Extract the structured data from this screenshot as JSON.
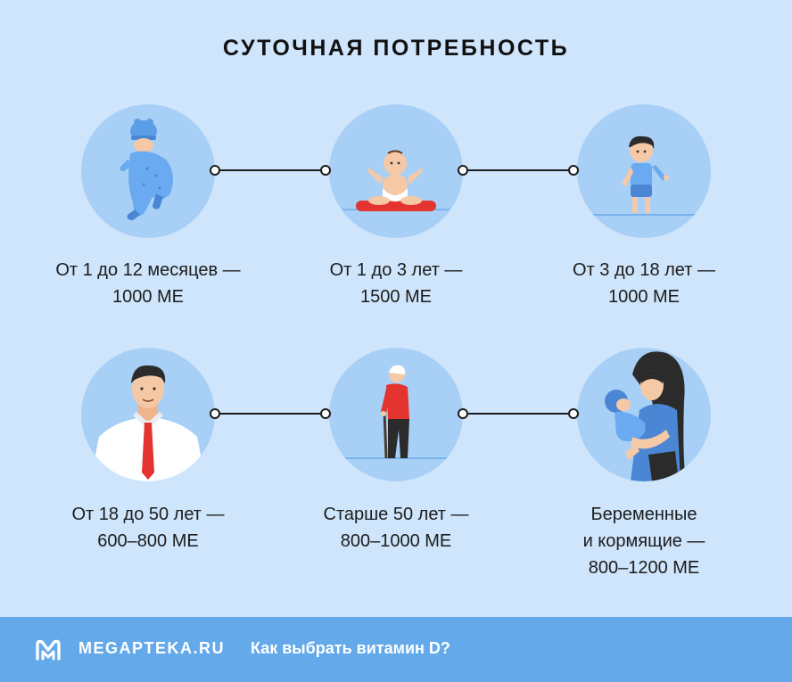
{
  "title": "СУТОЧНАЯ ПОТРЕБНОСТЬ",
  "groups": [
    {
      "icon": "baby-sleeper-icon",
      "line1": "От 1 до 12 месяцев —",
      "line2": "1000 МЕ",
      "line3": ""
    },
    {
      "icon": "toddler-icon",
      "line1": "От 1 до 3 лет —",
      "line2": "1500 МЕ",
      "line3": ""
    },
    {
      "icon": "child-icon",
      "line1": "От 3 до 18 лет —",
      "line2": "1000 МЕ",
      "line3": ""
    },
    {
      "icon": "man-in-shirt-icon",
      "line1": "От 18 до 50 лет —",
      "line2": "600–800 МЕ",
      "line3": ""
    },
    {
      "icon": "elderly-man-icon",
      "line1": "Старше 50 лет —",
      "line2": "800–1000 МЕ",
      "line3": ""
    },
    {
      "icon": "mother-with-baby-icon",
      "line1": "Беременные",
      "line2": "и кормящие —",
      "line3": "800–1200 МЕ"
    }
  ],
  "footer": {
    "brand": "MEGAPTEKA.RU",
    "link": "Как выбрать витамин D?"
  },
  "colors": {
    "background": "#cfe5fb",
    "circle": "#a8d0f6",
    "footer": "#64a9e9",
    "text": "#1c1c1c"
  }
}
